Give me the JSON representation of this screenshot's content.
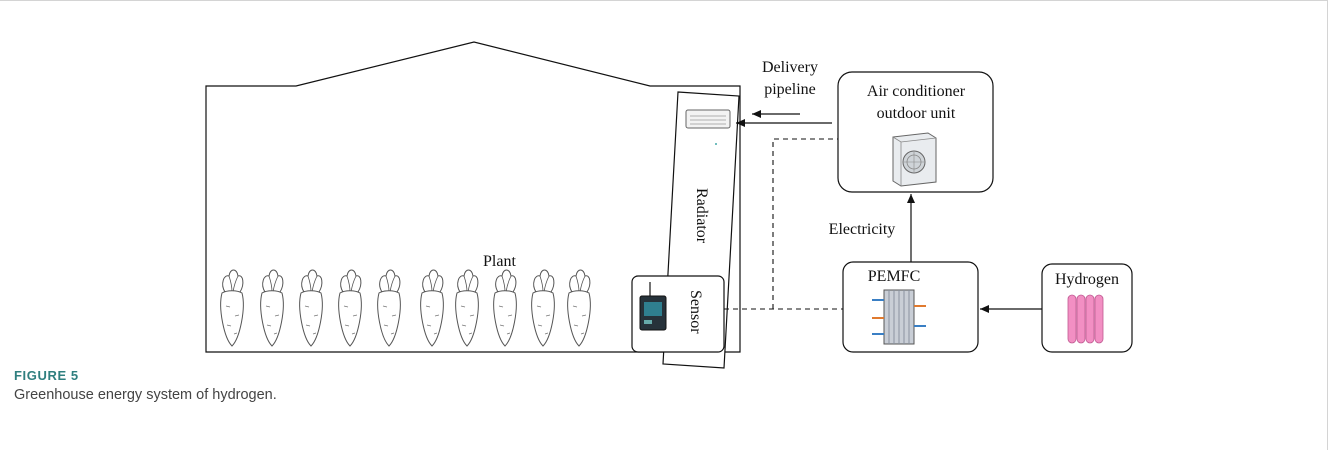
{
  "figure": {
    "label": "FIGURE 5",
    "caption": "Greenhouse energy system of hydrogen."
  },
  "diagram": {
    "labels": {
      "delivery_line1": "Delivery",
      "delivery_line2": "pipeline",
      "ac_line1": "Air conditioner",
      "ac_line2": "outdoor unit",
      "radiator": "Radiator",
      "plant": "Plant",
      "sensor": "Sensor",
      "electricity": "Electricity",
      "pemfc": "PEMFC",
      "hydrogen": "Hydrogen"
    },
    "colors": {
      "line": "#111111",
      "hydrogen_cylinder": "#f28fc3",
      "figure_label": "#2f7f7f"
    }
  }
}
